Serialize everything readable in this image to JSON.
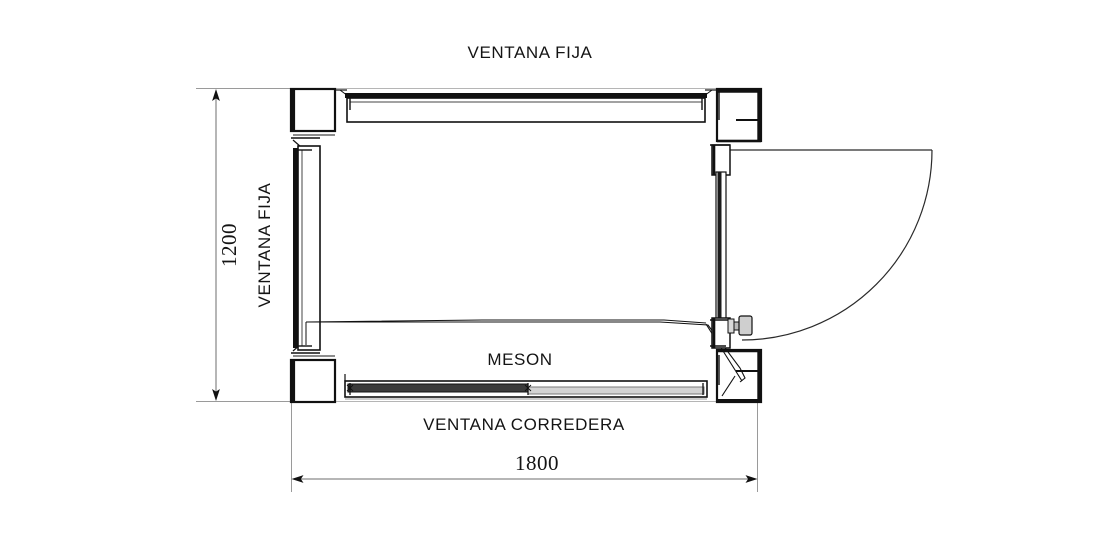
{
  "drawing": {
    "title": "Planta de modulo - ventanas y puerta",
    "units": "mm",
    "background_color": "#ffffff",
    "line_color": "#000000",
    "thin_line_color": "#808080",
    "labels": {
      "top_window": "VENTANA FIJA",
      "left_window": "VENTANA FIJA",
      "bottom_window": "VENTANA CORREDERA",
      "counter": "MESON"
    },
    "dimensions": {
      "width": {
        "value": "1800",
        "orientation": "horizontal",
        "position": "bottom"
      },
      "height": {
        "value": "1200",
        "orientation": "vertical-rotated",
        "position": "left"
      }
    },
    "elements": {
      "door": {
        "name": "puerta abatible",
        "swing": "quarter-arc-right",
        "handle": "knob"
      },
      "sliding_window": {
        "name": "ventana corredera",
        "panels": 2
      },
      "fixed_window_top": {
        "name": "ventana fija superior",
        "panels": 1
      },
      "fixed_window_left": {
        "name": "ventana fija izquierda",
        "panels": 1
      },
      "counter": {
        "name": "meson",
        "corner": "chamfered-right"
      }
    }
  }
}
